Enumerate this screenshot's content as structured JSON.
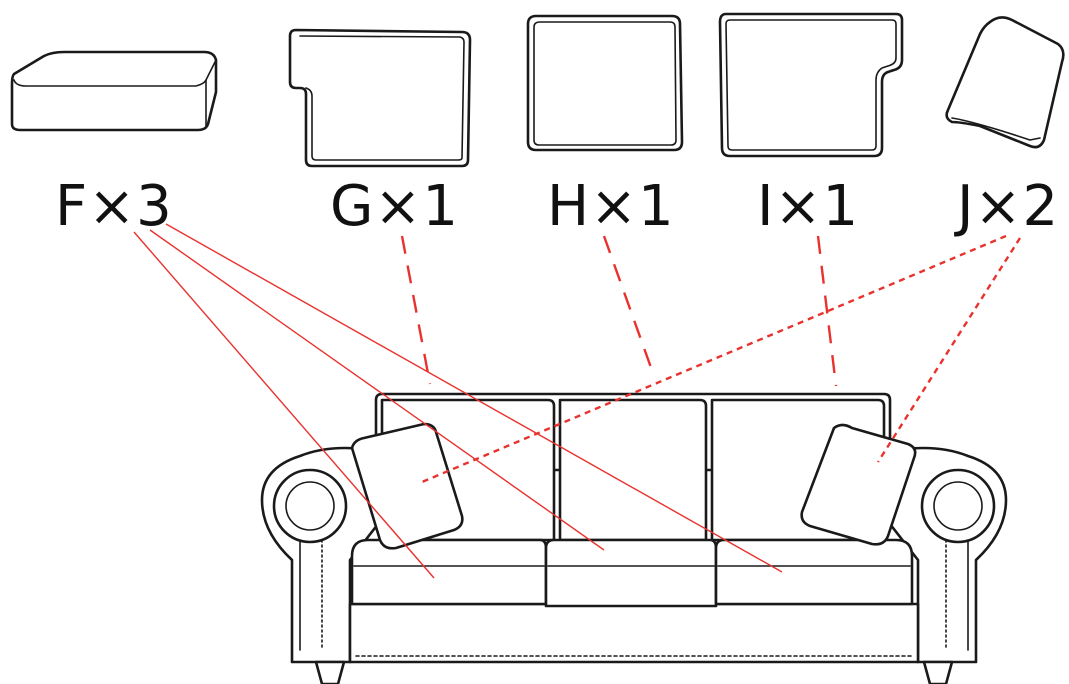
{
  "diagram": {
    "parts": [
      {
        "id": "F",
        "label": "F×3",
        "shape": "seat-cushion-box"
      },
      {
        "id": "G",
        "label": "G×1",
        "shape": "back-cushion-left-notch"
      },
      {
        "id": "H",
        "label": "H×1",
        "shape": "back-cushion-square"
      },
      {
        "id": "I",
        "label": "I×1",
        "shape": "back-cushion-right-notch"
      },
      {
        "id": "J",
        "label": "J×2",
        "shape": "throw-pillow"
      }
    ],
    "guide_color": "#e8322e",
    "connector_styles": {
      "F": "solid",
      "G": "dashed-long",
      "H": "dashed-long",
      "I": "dashed-long",
      "J": "dashed-short"
    }
  }
}
